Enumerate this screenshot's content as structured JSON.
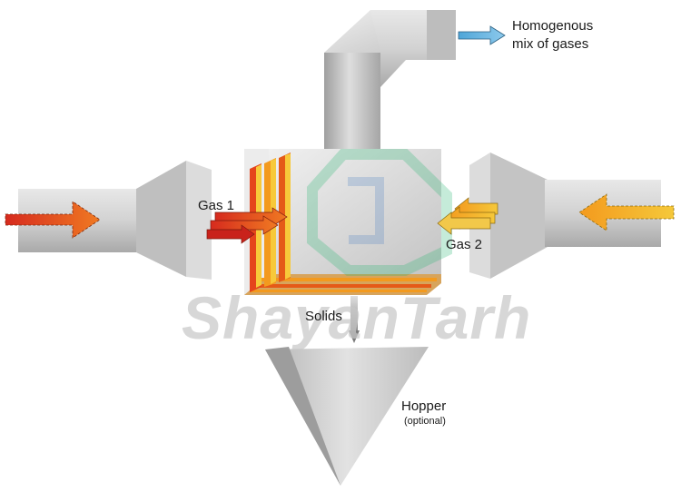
{
  "labels": {
    "output_line1": "Homogenous",
    "output_line2": "mix of gases",
    "gas1": "Gas 1",
    "gas2": "Gas 2",
    "solids": "Solids",
    "hopper": "Hopper",
    "hopper_note": "(optional)"
  },
  "watermark": {
    "text": "ShayanTarh"
  },
  "colors": {
    "duct_gray": "#c9c9c9",
    "gas1_red": "#d62a1e",
    "gas1_orange": "#f07a22",
    "gas2_yellow": "#f5b41c",
    "output_blue": "#4fa6d8",
    "mixer_plates_orange": "#f39a1e",
    "logo_green": "#2bb673",
    "logo_blue": "#4a7fc1"
  }
}
